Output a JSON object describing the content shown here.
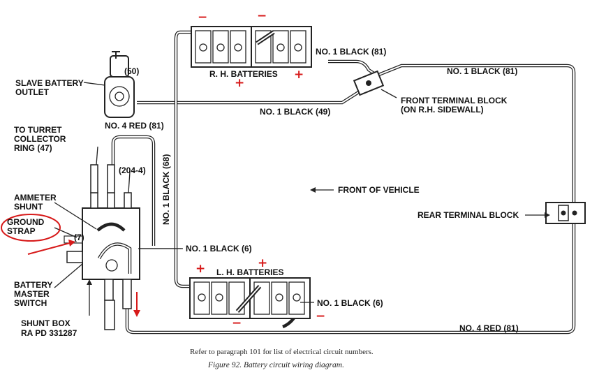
{
  "labels": {
    "rh_batteries": "R. H. BATTERIES",
    "lh_batteries": "L. H. BATTERIES",
    "slave_outlet_1": "SLAVE BATTERY",
    "slave_outlet_2": "OUTLET",
    "slave_ref": "(50)",
    "no4_red_top": "NO. 4 RED (81)",
    "to_turret_1": "TO TURRET",
    "to_turret_2": "COLLECTOR",
    "to_turret_3": "RING (47)",
    "ref_204": "(204-4)",
    "ammeter_1": "AMMETER",
    "ammeter_2": "SHUNT",
    "ground_1": "GROUND",
    "ground_2": "STRAP",
    "ref_7": "(7)",
    "battery_master_1": "BATTERY",
    "battery_master_2": "MASTER",
    "battery_master_3": "SWITCH",
    "shunt_box": "SHUNT BOX",
    "ra_pd": "RA PD 331287",
    "no1_black_81_a": "NO. 1 BLACK (81)",
    "no1_black_81_b": "NO. 1 BLACK (81)",
    "no1_black_49": "NO. 1 BLACK (49)",
    "no1_black_68": "NO. 1 BLACK (68)",
    "front_terminal_1": "FRONT TERMINAL BLOCK",
    "front_terminal_2": "(ON R.H. SIDEWALL)",
    "front_of_vehicle": "FRONT OF VEHICLE",
    "rear_terminal": "REAR TERMINAL BLOCK",
    "no1_black_6_a": "NO. 1 BLACK (6)",
    "no1_black_6_b": "NO. 1 BLACK (6)",
    "no4_red_81_bottom": "NO. 4 RED (81)"
  },
  "signs": {
    "minus": "−",
    "plus": "+"
  },
  "caption": {
    "line1": "Refer to paragraph 101 for list of electrical circuit numbers.",
    "line2": "Figure 92.  Battery circuit wiring diagram."
  },
  "colors": {
    "annotation_red": "#d71a1a",
    "ink": "#222222"
  }
}
